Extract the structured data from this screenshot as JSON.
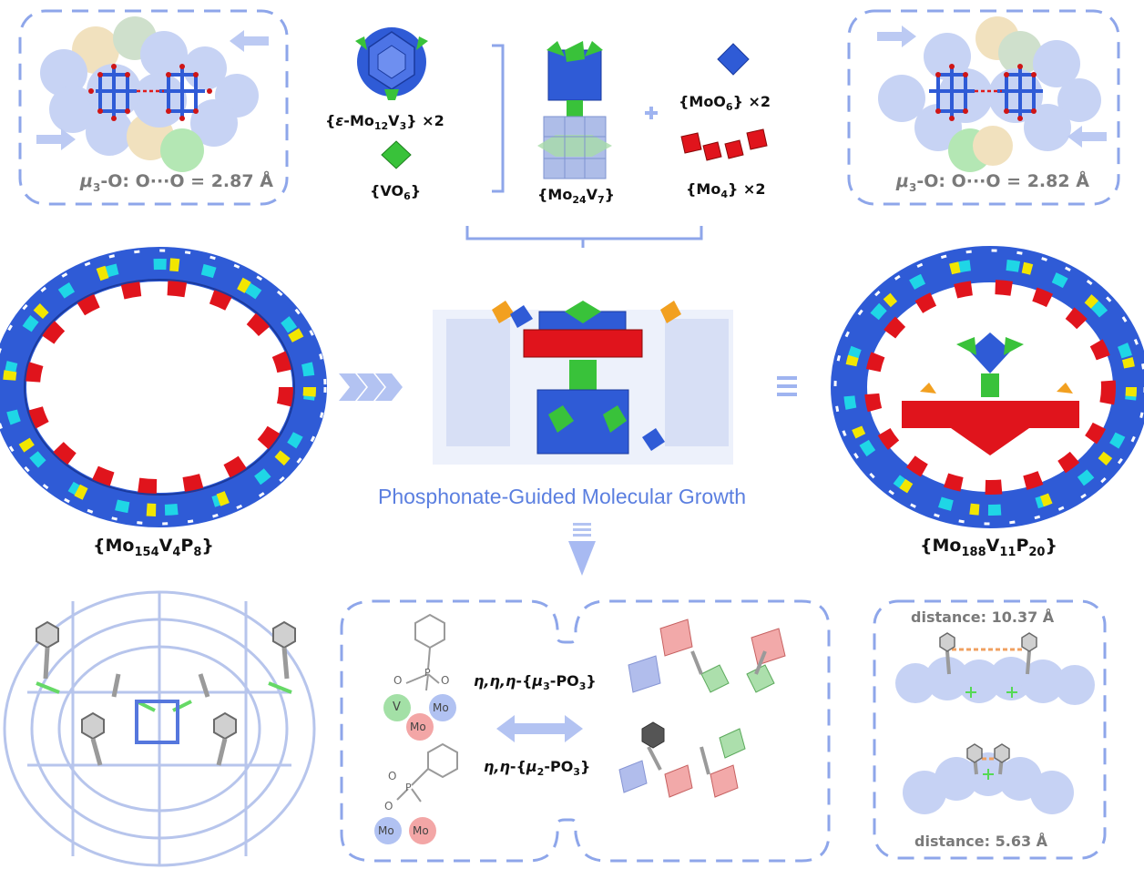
{
  "top_left_panel": {
    "label_mu": "μ",
    "label_mu_sub": "3",
    "label_rest": "-O: O···O = 2.87 Å"
  },
  "top_right_panel": {
    "label_mu": "μ",
    "label_mu_sub": "3",
    "label_rest": "-O: O···O = 2.82 Å"
  },
  "top_center": {
    "eps_prefix": "{",
    "eps_italic": "ε",
    "eps_mid": "-Mo",
    "eps_sub1": "12",
    "eps_v": "V",
    "eps_sub2": "3",
    "eps_suffix": "} ×2",
    "vo6_prefix": "{VO",
    "vo6_sub": "6",
    "vo6_suffix": "}",
    "mo24_prefix": "{Mo",
    "mo24_sub1": "24",
    "mo24_v": "V",
    "mo24_sub2": "7",
    "mo24_suffix": "}",
    "plus_sign": "+",
    "moo6_prefix": "{MoO",
    "moo6_sub": "6",
    "moo6_suffix": "} ×2",
    "mo4_prefix": "{Mo",
    "mo4_sub": "4",
    "mo4_suffix": "} ×2"
  },
  "middle": {
    "left_label_prefix": "{Mo",
    "left_sub1": "154",
    "left_v": "V",
    "left_sub2": "4",
    "left_p": "P",
    "left_sub3": "8",
    "left_suffix": "}",
    "right_label_prefix": "{Mo",
    "right_sub1": "188",
    "right_v": "V",
    "right_sub2": "11",
    "right_p": "P",
    "right_sub3": "20",
    "right_suffix": "}",
    "caption": "Phosphonate-Guided Molecular Growth",
    "equivalent_sign": "≡"
  },
  "bottom_center": {
    "mode1_italic": "η,η,η",
    "mode1_mid": "-{",
    "mode1_mu": "μ",
    "mode1_mu_sub": "3",
    "mode1_suffix": "-PO",
    "mode1_sub": "3",
    "mode1_end": "}",
    "mode2_italic": "η,η",
    "mode2_mid": "-{",
    "mode2_mu": "μ",
    "mode2_mu_sub": "2",
    "mode2_suffix": "-PO",
    "mode2_sub": "3",
    "mode2_end": "}",
    "atom_o": "O",
    "atom_p": "P",
    "atom_v": "V",
    "atom_mo": "Mo"
  },
  "bottom_right_panel": {
    "distance_top": "distance: 10.37 Å",
    "distance_bottom": "distance: 5.63 Å"
  },
  "colors": {
    "mo_blue": "#2f5bd6",
    "v_green": "#39c23a",
    "mo4_red": "#e0141c",
    "p_yellow": "#f2e600",
    "cyan": "#1fd6e6",
    "orange": "#f2a020",
    "panel_dash": "#8ea6ea",
    "arrow_blue": "#9fb4f0",
    "title_blue": "#5b7fe0"
  }
}
